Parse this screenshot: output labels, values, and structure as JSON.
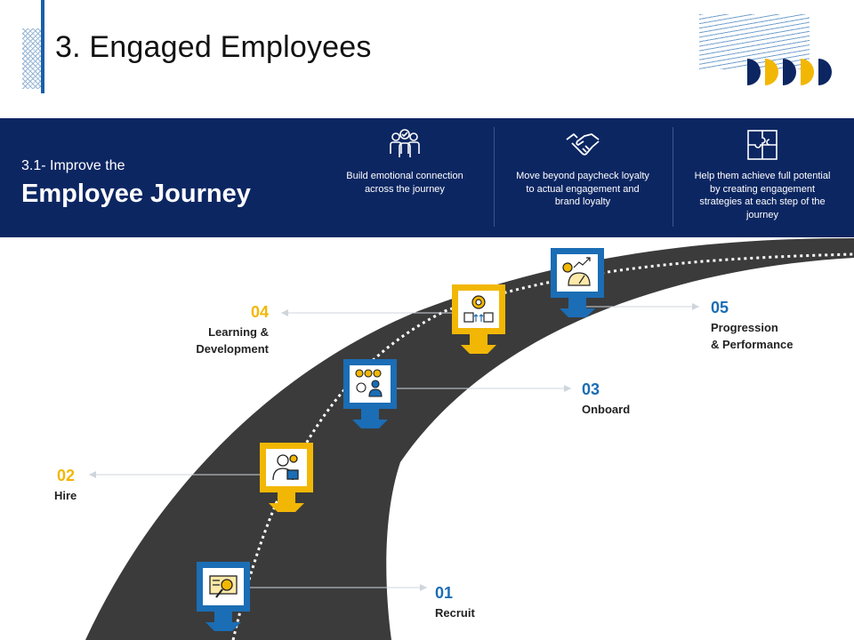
{
  "header": {
    "title": "3. Engaged Employees"
  },
  "band": {
    "subtitle": "3.1- Improve the",
    "title": "Employee Journey",
    "features": [
      {
        "icon": "team-icon",
        "text": "Build emotional connection across the journey"
      },
      {
        "icon": "handshake-icon",
        "text": "Move  beyond paycheck loyalty to actual engagement and brand loyalty"
      },
      {
        "icon": "puzzle-icon",
        "text": "Help them achieve full potential by creating engagement strategies at each step of the journey"
      }
    ]
  },
  "steps": [
    {
      "num": "01",
      "label": "Recruit",
      "icon": "recruit-search-icon",
      "color": "#1b6db5"
    },
    {
      "num": "02",
      "label": "Hire",
      "icon": "hire-person-icon",
      "color": "#f2b705"
    },
    {
      "num": "03",
      "label": "Onboard",
      "icon": "onboard-team-icon",
      "color": "#1b6db5"
    },
    {
      "num": "04",
      "label_line1": "Learning &",
      "label_line2": "Development",
      "icon": "learning-gear-icon",
      "color": "#f2b705"
    },
    {
      "num": "05",
      "label_line1": "Progression",
      "label_line2": "& Performance",
      "icon": "progression-chart-icon",
      "color": "#1b6db5"
    }
  ],
  "colors": {
    "navy": "#0c2662",
    "blue": "#1b6db5",
    "yellow": "#f2b705",
    "road": "#3b3b3b"
  }
}
